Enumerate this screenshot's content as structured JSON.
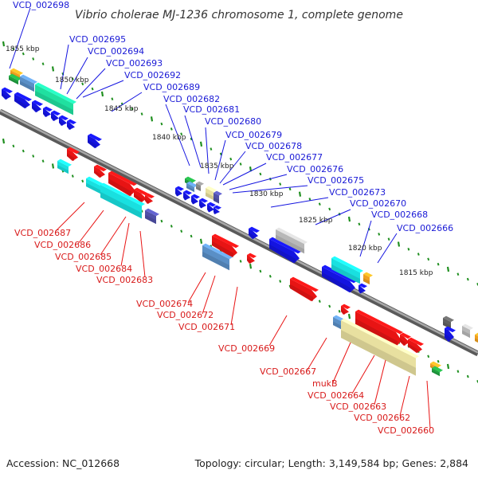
{
  "title": "Vibrio cholerae MJ-1236 chromosome 1, complete genome",
  "footer": {
    "accession": "Accession: NC_012668",
    "summary": "Topology: circular; Length: 3,149,584 bp; Genes: 2,884"
  },
  "scale": [
    "1855 kbp",
    "1850 kbp",
    "1845 kbp",
    "1840 kbp",
    "1835 kbp",
    "1830 kbp",
    "1825 kbp",
    "1820 kbp",
    "1815 kbp"
  ],
  "genes_top": [
    "VCD_002698",
    "VCD_002695",
    "VCD_002694",
    "VCD_002693",
    "VCD_002692",
    "VCD_002689",
    "VCD_002682",
    "VCD_002681",
    "VCD_002680",
    "VCD_002679",
    "VCD_002678",
    "VCD_002677",
    "VCD_002676",
    "VCD_002675",
    "VCD_002673",
    "VCD_002670",
    "VCD_002668",
    "VCD_002666"
  ],
  "genes_bottom": [
    "VCD_002687",
    "VCD_002686",
    "VCD_002685",
    "VCD_002684",
    "VCD_002683",
    "VCD_002674",
    "VCD_002672",
    "VCD_002671",
    "VCD_002669",
    "VCD_002667",
    "mukB",
    "VCD_002664",
    "VCD_002663",
    "VCD_002662",
    "VCD_002660"
  ],
  "colors": {
    "forward_strand": "#1414e0",
    "reverse_strand": "#e81414",
    "backbone": "#8a8a8a",
    "tick": "#1f8f1f",
    "cyan": "#19e0e0",
    "steel": "#5a8fc6",
    "khaki": "#e8e0a0",
    "gray": "#b8b8b8",
    "orange": "#f0a020",
    "green": "#20a040",
    "slate": "#5050a8"
  }
}
